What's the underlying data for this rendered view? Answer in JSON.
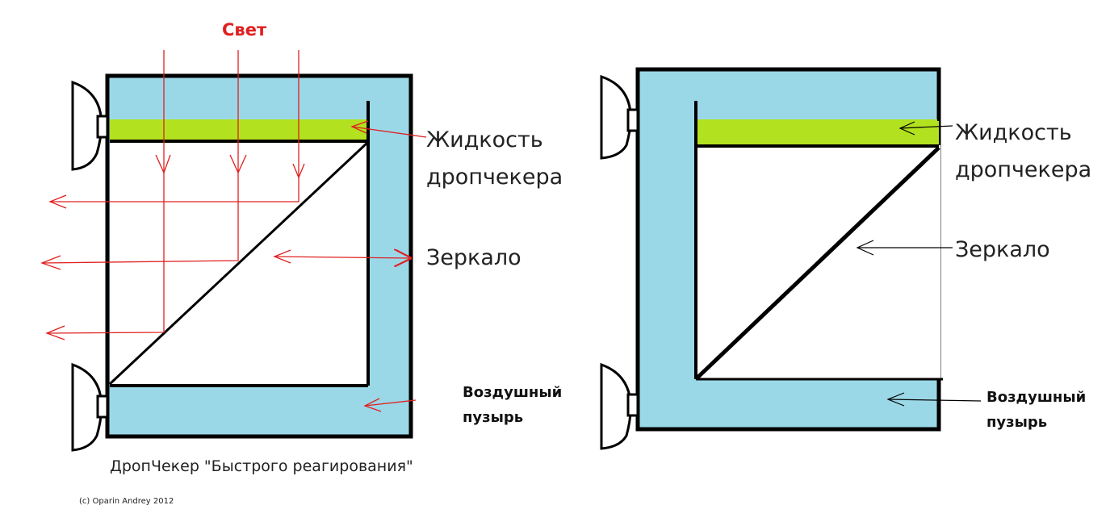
{
  "light_label": "Свет",
  "labels": {
    "liquid_line1": "Жидкость",
    "liquid_line2": "дропчекера",
    "mirror": "Зеркало",
    "bubble_line1": "Воздушный",
    "bubble_line2": "пузырь"
  },
  "caption": "ДропЧекер \"Быстрого реагирования\"",
  "copyright": "(c) Oparin Andrey 2012",
  "colors": {
    "water": "#9ad8e8",
    "liquid": "#b2e21f",
    "ray": "#e02020",
    "outline": "#000000"
  }
}
